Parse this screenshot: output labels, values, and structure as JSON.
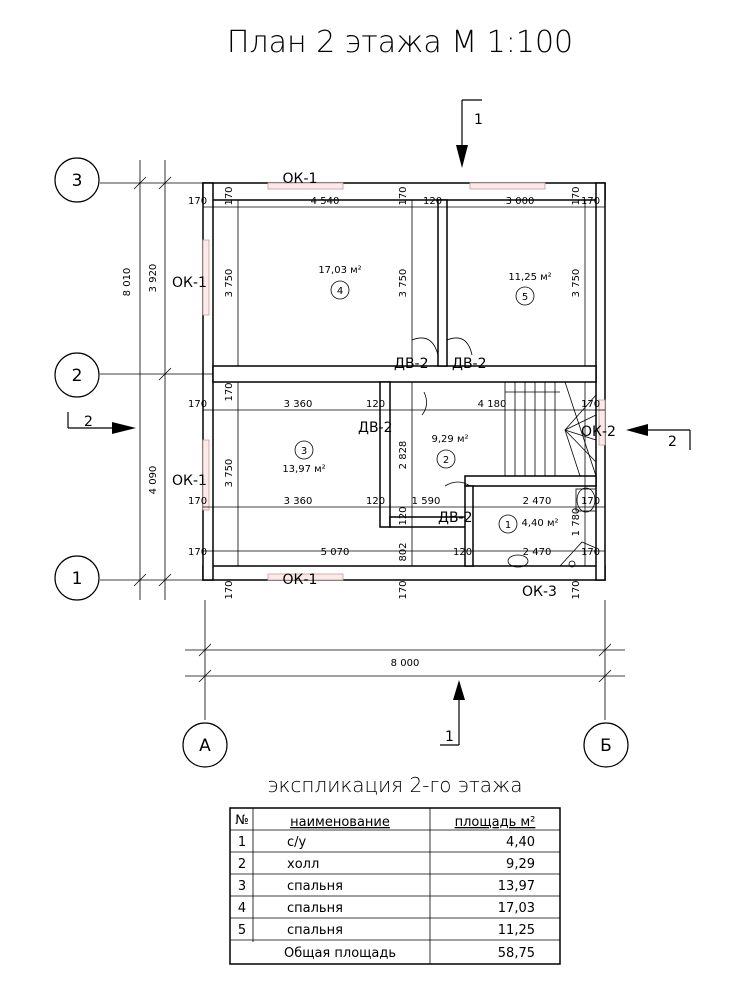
{
  "title": "План 2 этажа  М 1:100",
  "axes": {
    "a3": "3",
    "a2": "2",
    "a1": "1",
    "aA": "А",
    "aB": "Б"
  },
  "section": {
    "s1": "1",
    "s2": "2"
  },
  "openings": {
    "ok1_top": "ОК-1",
    "ok1_left_a": "ОК-1",
    "ok1_left_b": "ОК-1",
    "ok1_bottom": "ОК-1",
    "ok2": "ОК-2",
    "ok3": "ОК-3",
    "dv2_a": "ДВ-2",
    "dv2_b": "ДВ-2",
    "dv2_c": "ДВ-2",
    "dv2_d": "ДВ-2"
  },
  "dims": {
    "overall_v": "8 010",
    "upper_v": "3 920",
    "lower_v": "4 090",
    "overall_h": "8 000",
    "r4_w": "4 540",
    "r5_w": "3 000",
    "r3_w": "3 360",
    "r3_w2": "3 360",
    "hall_w": "4 180",
    "hall_w2": "1 590",
    "bath_w": "2 470",
    "bath_w2": "2 470",
    "bottom_w": "5 070",
    "hall_h": "2 828",
    "h3750": "3 750",
    "d170": "170",
    "d120": "120",
    "d802": "802",
    "d1780": "1 780"
  },
  "rooms": {
    "r1": {
      "num": "1",
      "area": "4,40 м²"
    },
    "r2": {
      "num": "2",
      "area": "9,29 м²"
    },
    "r3": {
      "num": "3",
      "area": "13,97 м²"
    },
    "r4": {
      "num": "4",
      "area": "17,03 м²"
    },
    "r5": {
      "num": "5",
      "area": "11,25 м²"
    }
  },
  "explication": {
    "title": "экспликация 2-го этажа",
    "header": {
      "no": "№",
      "name": "наименование",
      "area": "площадь м²"
    },
    "rows": [
      {
        "no": "1",
        "name": "с/у",
        "area": "4,40"
      },
      {
        "no": "2",
        "name": "холл",
        "area": "9,29"
      },
      {
        "no": "3",
        "name": "спальня",
        "area": "13,97"
      },
      {
        "no": "4",
        "name": "спальня",
        "area": "17,03"
      },
      {
        "no": "5",
        "name": "спальня",
        "area": "11,25"
      }
    ],
    "total": {
      "label": "Общая площадь",
      "area": "58,75"
    }
  }
}
